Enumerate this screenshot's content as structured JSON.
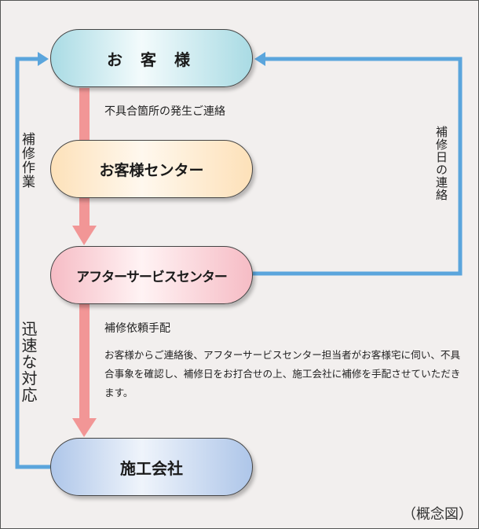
{
  "nodes": {
    "customer": "お 客 様",
    "customer_center": "お客様センター",
    "after_service_center": "アフターサービスセンター",
    "contractor": "施工会社"
  },
  "labels": {
    "defect_contact": "不具合箇所の発生ご連絡",
    "repair_work": "補修作業",
    "repair_date_contact": "補修日の連絡",
    "repair_request": "補修依頼手配",
    "quick_response": "迅速な対応",
    "description": "お客様からご連絡後、アフターサービスセンター担当者がお客様宅に伺い、不具合事象を確認し、補修日をお打合せの上、施工会社に補修を手配させていただきます。",
    "concept_note": "（概念図）"
  },
  "colors": {
    "blue_line": "#5ba5dc",
    "pink_arrow": "#f29696"
  }
}
